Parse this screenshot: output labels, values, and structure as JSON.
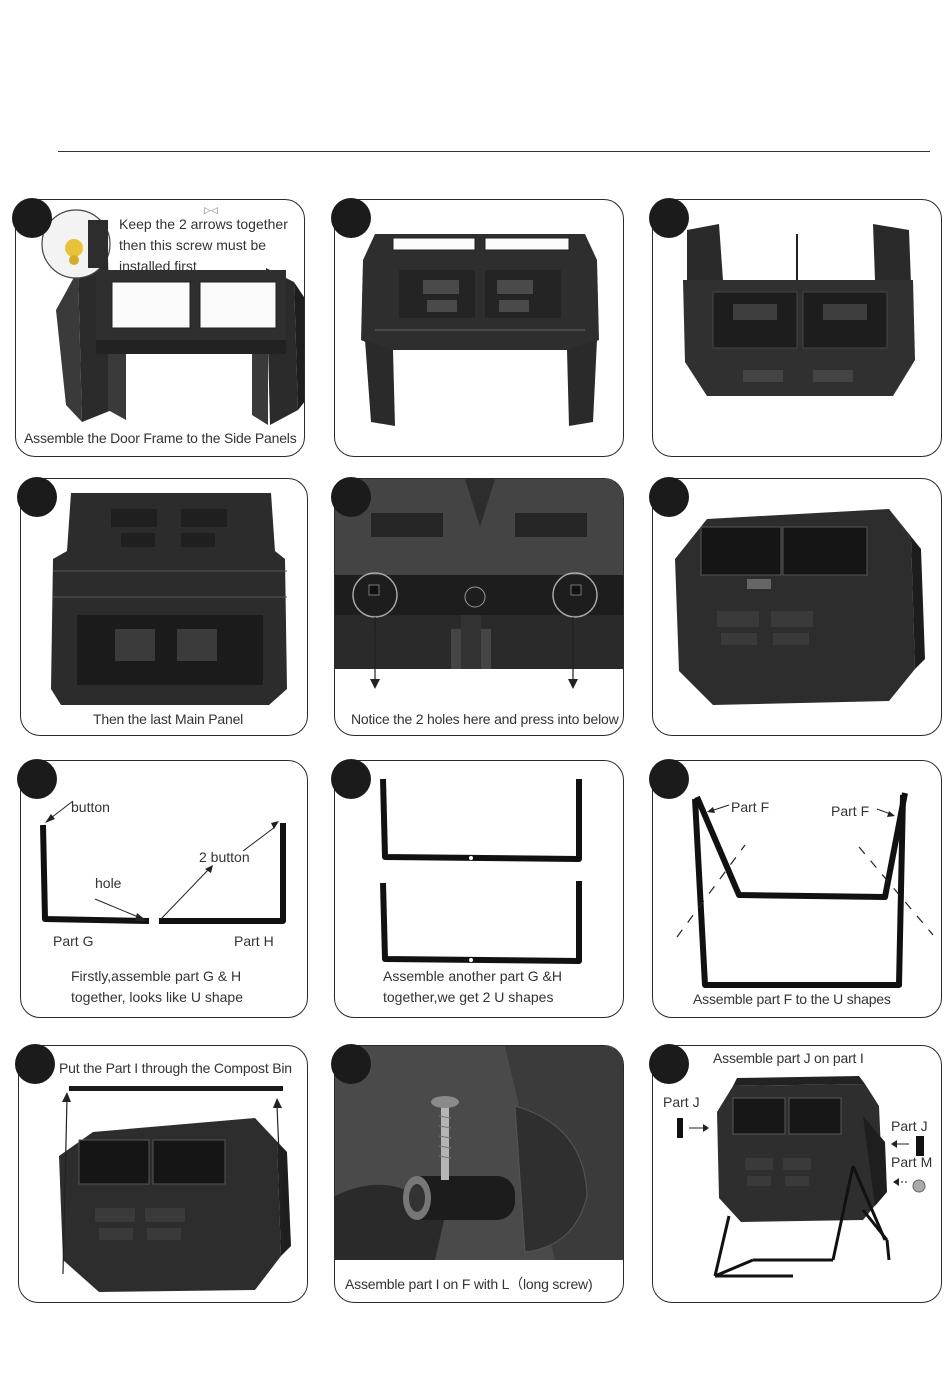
{
  "header": {
    "mark": "▷◁"
  },
  "steps": {
    "s1": {
      "note_lines": [
        "Keep the 2 arrows together",
        "then this screw must be",
        "installed first"
      ],
      "caption": "Assemble the Door Frame to the Side Panels"
    },
    "s2": {
      "caption": ""
    },
    "s3": {
      "caption": ""
    },
    "s4": {
      "caption": "Then the last  Main Panel"
    },
    "s5": {
      "caption": "Notice the 2 holes here and press into below"
    },
    "s6": {
      "caption": ""
    },
    "s7": {
      "label_button": "button",
      "label_2button": "2 button",
      "label_hole": "hole",
      "label_part_g": "Part G",
      "label_part_h": "Part H",
      "caption_lines": [
        "Firstly,assemble part G & H",
        "together, looks like U shape"
      ]
    },
    "s8": {
      "caption_lines": [
        "Assemble another part G &H",
        "together,we get 2 U shapes"
      ]
    },
    "s9": {
      "label_part_f_left": "Part F",
      "label_part_f_right": "Part F",
      "caption": "Assemble part F to the U shapes"
    },
    "s10": {
      "caption": "Put the Part I through the Compost Bin"
    },
    "s11": {
      "caption": "Assemble part I on F with L（long screw)"
    },
    "s12": {
      "caption": "Assemble part J on part I",
      "label_part_j_left": "Part J",
      "label_part_j_right": "Part J",
      "label_part_m": "Part M"
    }
  }
}
